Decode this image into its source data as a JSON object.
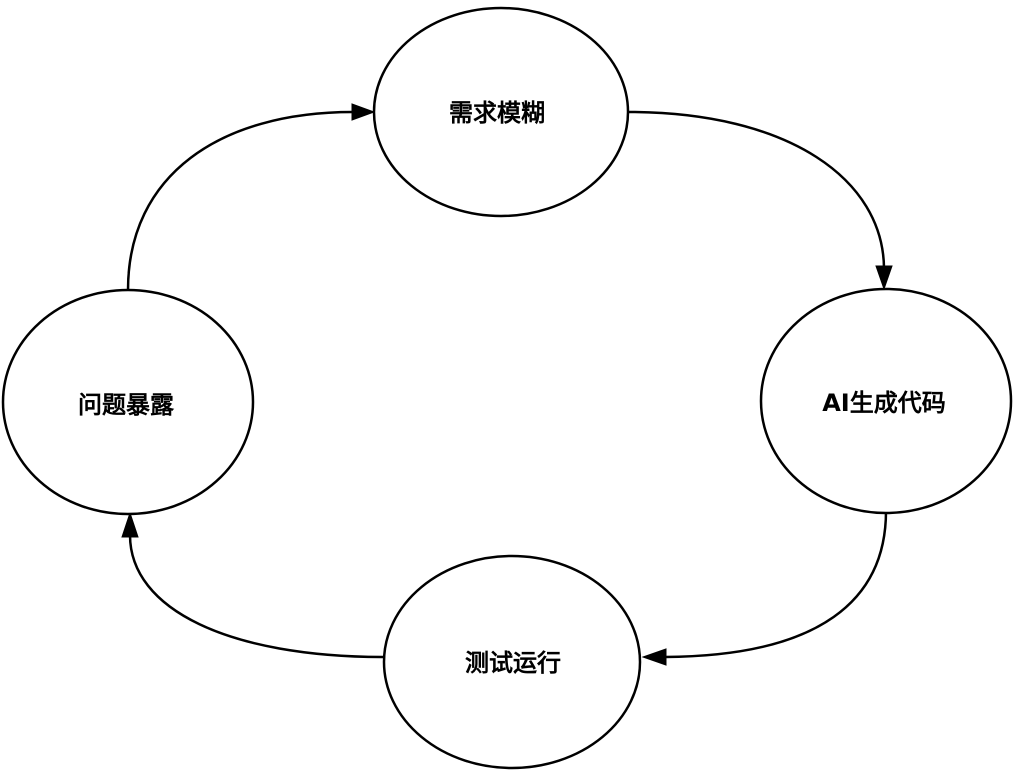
{
  "diagram": {
    "nodes": [
      {
        "id": "req",
        "label": "需求模糊"
      },
      {
        "id": "ai",
        "label": "AI生成代码"
      },
      {
        "id": "test",
        "label": "测试运行"
      },
      {
        "id": "issue",
        "label": "问题暴露"
      }
    ],
    "edges": [
      {
        "from": "req",
        "to": "ai"
      },
      {
        "from": "ai",
        "to": "test"
      },
      {
        "from": "test",
        "to": "issue"
      },
      {
        "from": "issue",
        "to": "req"
      }
    ],
    "colors": {
      "stroke": "#000000",
      "fill": "#ffffff",
      "text": "#000000",
      "background": "#ffffff"
    }
  }
}
